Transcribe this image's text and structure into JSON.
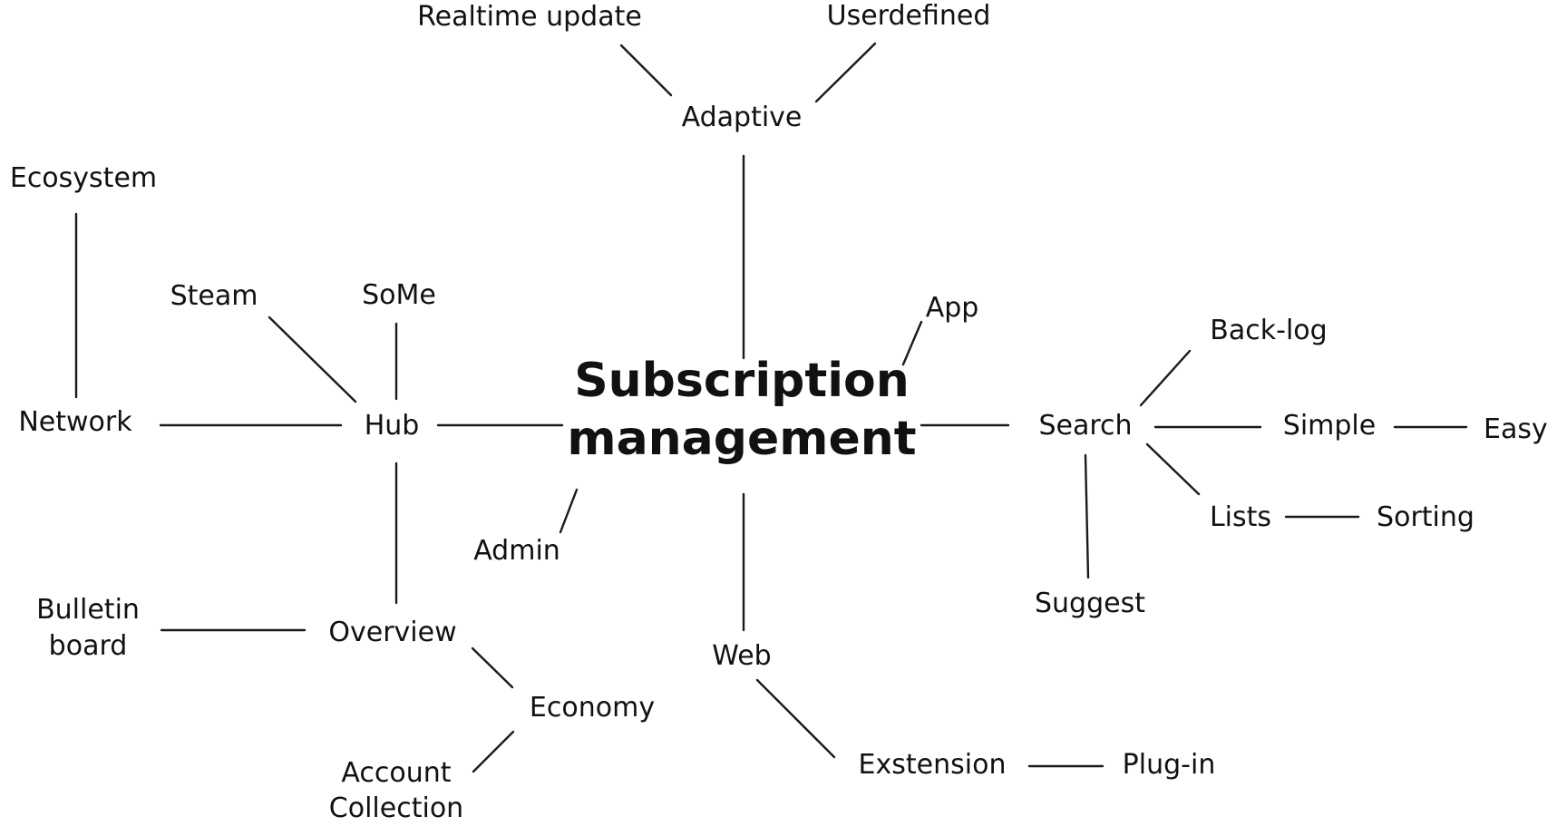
{
  "center": {
    "line1": "Subscription",
    "line2": "management"
  },
  "nodes": {
    "adaptive": "Adaptive",
    "realtime_update": "Realtime update",
    "userdefined": "Userdefined",
    "app": "App",
    "search": "Search",
    "back_log": "Back-log",
    "simple": "Simple",
    "easy": "Easy",
    "lists": "Lists",
    "sorting": "Sorting",
    "suggest": "Suggest",
    "web": "Web",
    "extension": "Exstension",
    "plug_in": "Plug-in",
    "admin": "Admin",
    "hub": "Hub",
    "steam": "Steam",
    "some": "SoMe",
    "network": "Network",
    "ecosystem": "Ecosystem",
    "overview": "Overview",
    "bulletin_board": {
      "line1": "Bulletin",
      "line2": "board"
    },
    "economy": "Economy",
    "account_collection": {
      "line1": "Account",
      "line2": "Collection"
    }
  }
}
